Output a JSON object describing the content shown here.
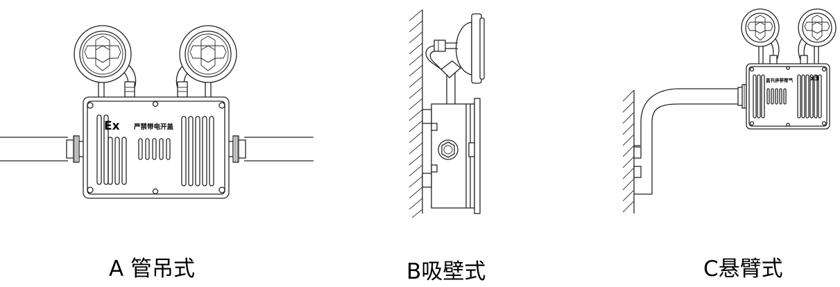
{
  "figures": [
    {
      "caption": "A 管吊式",
      "box_marking": "Ex",
      "box_label": "严禁带电开盖"
    },
    {
      "caption": "B吸壁式"
    },
    {
      "caption": "C悬臂式",
      "box_marking": "Ex",
      "box_label": "严禁带电开盖"
    }
  ]
}
